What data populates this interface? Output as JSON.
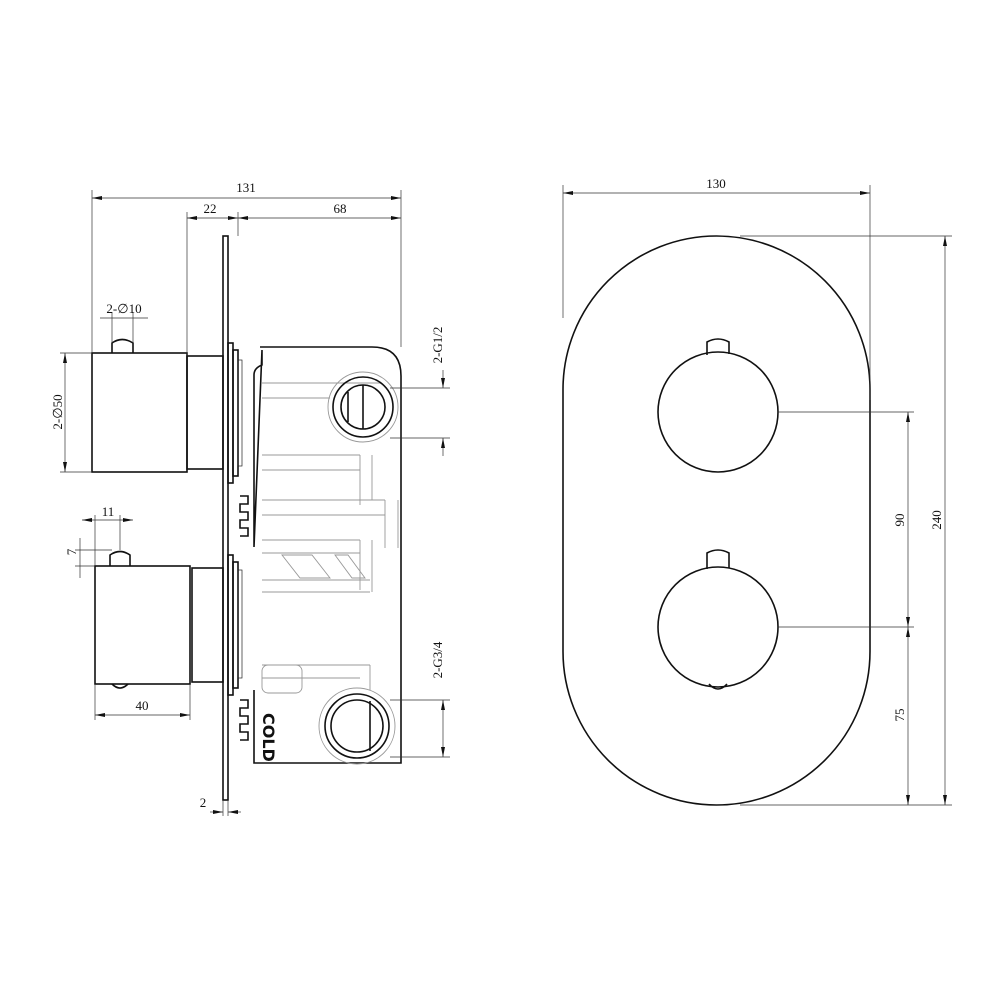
{
  "side_view": {
    "dims": {
      "overall_depth": "131",
      "handle_projection": "22",
      "body_depth": "68",
      "pin_diameter": "2-∅10",
      "handle_diameter": "2-∅50",
      "pin_offset": "11",
      "pin_height": "7",
      "handle_length": "40",
      "plate_thickness": "2",
      "outlet_thread": "2-G1/2",
      "inlet_thread": "2-G3/4"
    },
    "body_label": "COLD"
  },
  "front_view": {
    "dims": {
      "plate_width": "130",
      "plate_height": "240",
      "handle_spacing": "90",
      "bottom_offset": "75"
    }
  },
  "colors": {
    "line": "#111111",
    "hidden": "#999999"
  }
}
